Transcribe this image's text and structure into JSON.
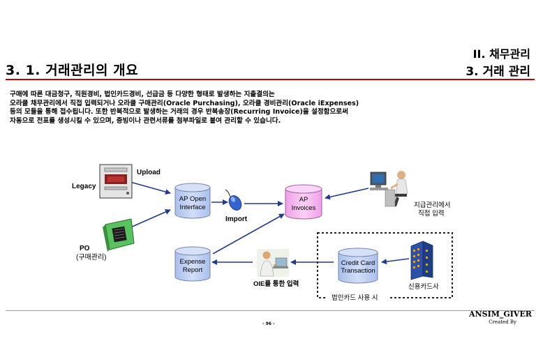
{
  "header": {
    "section_title": "3. 1. 거래관리의 개요",
    "chapter": "II. 채무관리",
    "section": "3. 거래 관리"
  },
  "intro_lines": [
    "구매에 따른 대금청구, 직원경비, 법인카드경비, 선급금 등 다양한 형태로 발생하는 지출결의는",
    "오라클 채무관리에서 직접 입력되거나 오라클 구매관리(Oracle Purchasing), 오라클 경비관리(Oracle iExpenses)",
    "등의 모듈을 통해 접수됩니다.  또한 반복적으로 발생하는 거래의 경우 반복송장(Recurring Invoice)을 설정함으로써",
    "자동으로 전표를 생성시킬 수 있으며, 증빙이나 관련서류를 첨부파일로 붙여 관리할 수 있습니다."
  ],
  "diagram": {
    "legacy_label": "Legacy",
    "upload_label": "Upload",
    "po_label_1": "PO",
    "po_label_2": "(구매관리)",
    "ap_open_interface_1": "AP Open",
    "ap_open_interface_2": "Interface",
    "import_label": "Import",
    "ap_invoices_1": "AP",
    "ap_invoices_2": "Invoices",
    "direct_entry_1": "지급관리에서",
    "direct_entry_2": "직접 입력",
    "expense_report_1": "Expense",
    "expense_report_2": "Report",
    "oie_label": "OIE를 통한 입력",
    "credit_card_1": "Credit Card",
    "credit_card_2": "Transaction",
    "card_company_label": "신용카드사",
    "corp_card_box_label": "법인카드 사용 시",
    "colors": {
      "cylinder_blue": "#b9ccf0",
      "cylinder_pink": "#f4b8ee",
      "arrow": "#203a8c"
    }
  },
  "footer": {
    "brand": "ANSIM_GIVER",
    "created_by": "Created By",
    "page": "- 96 -"
  }
}
